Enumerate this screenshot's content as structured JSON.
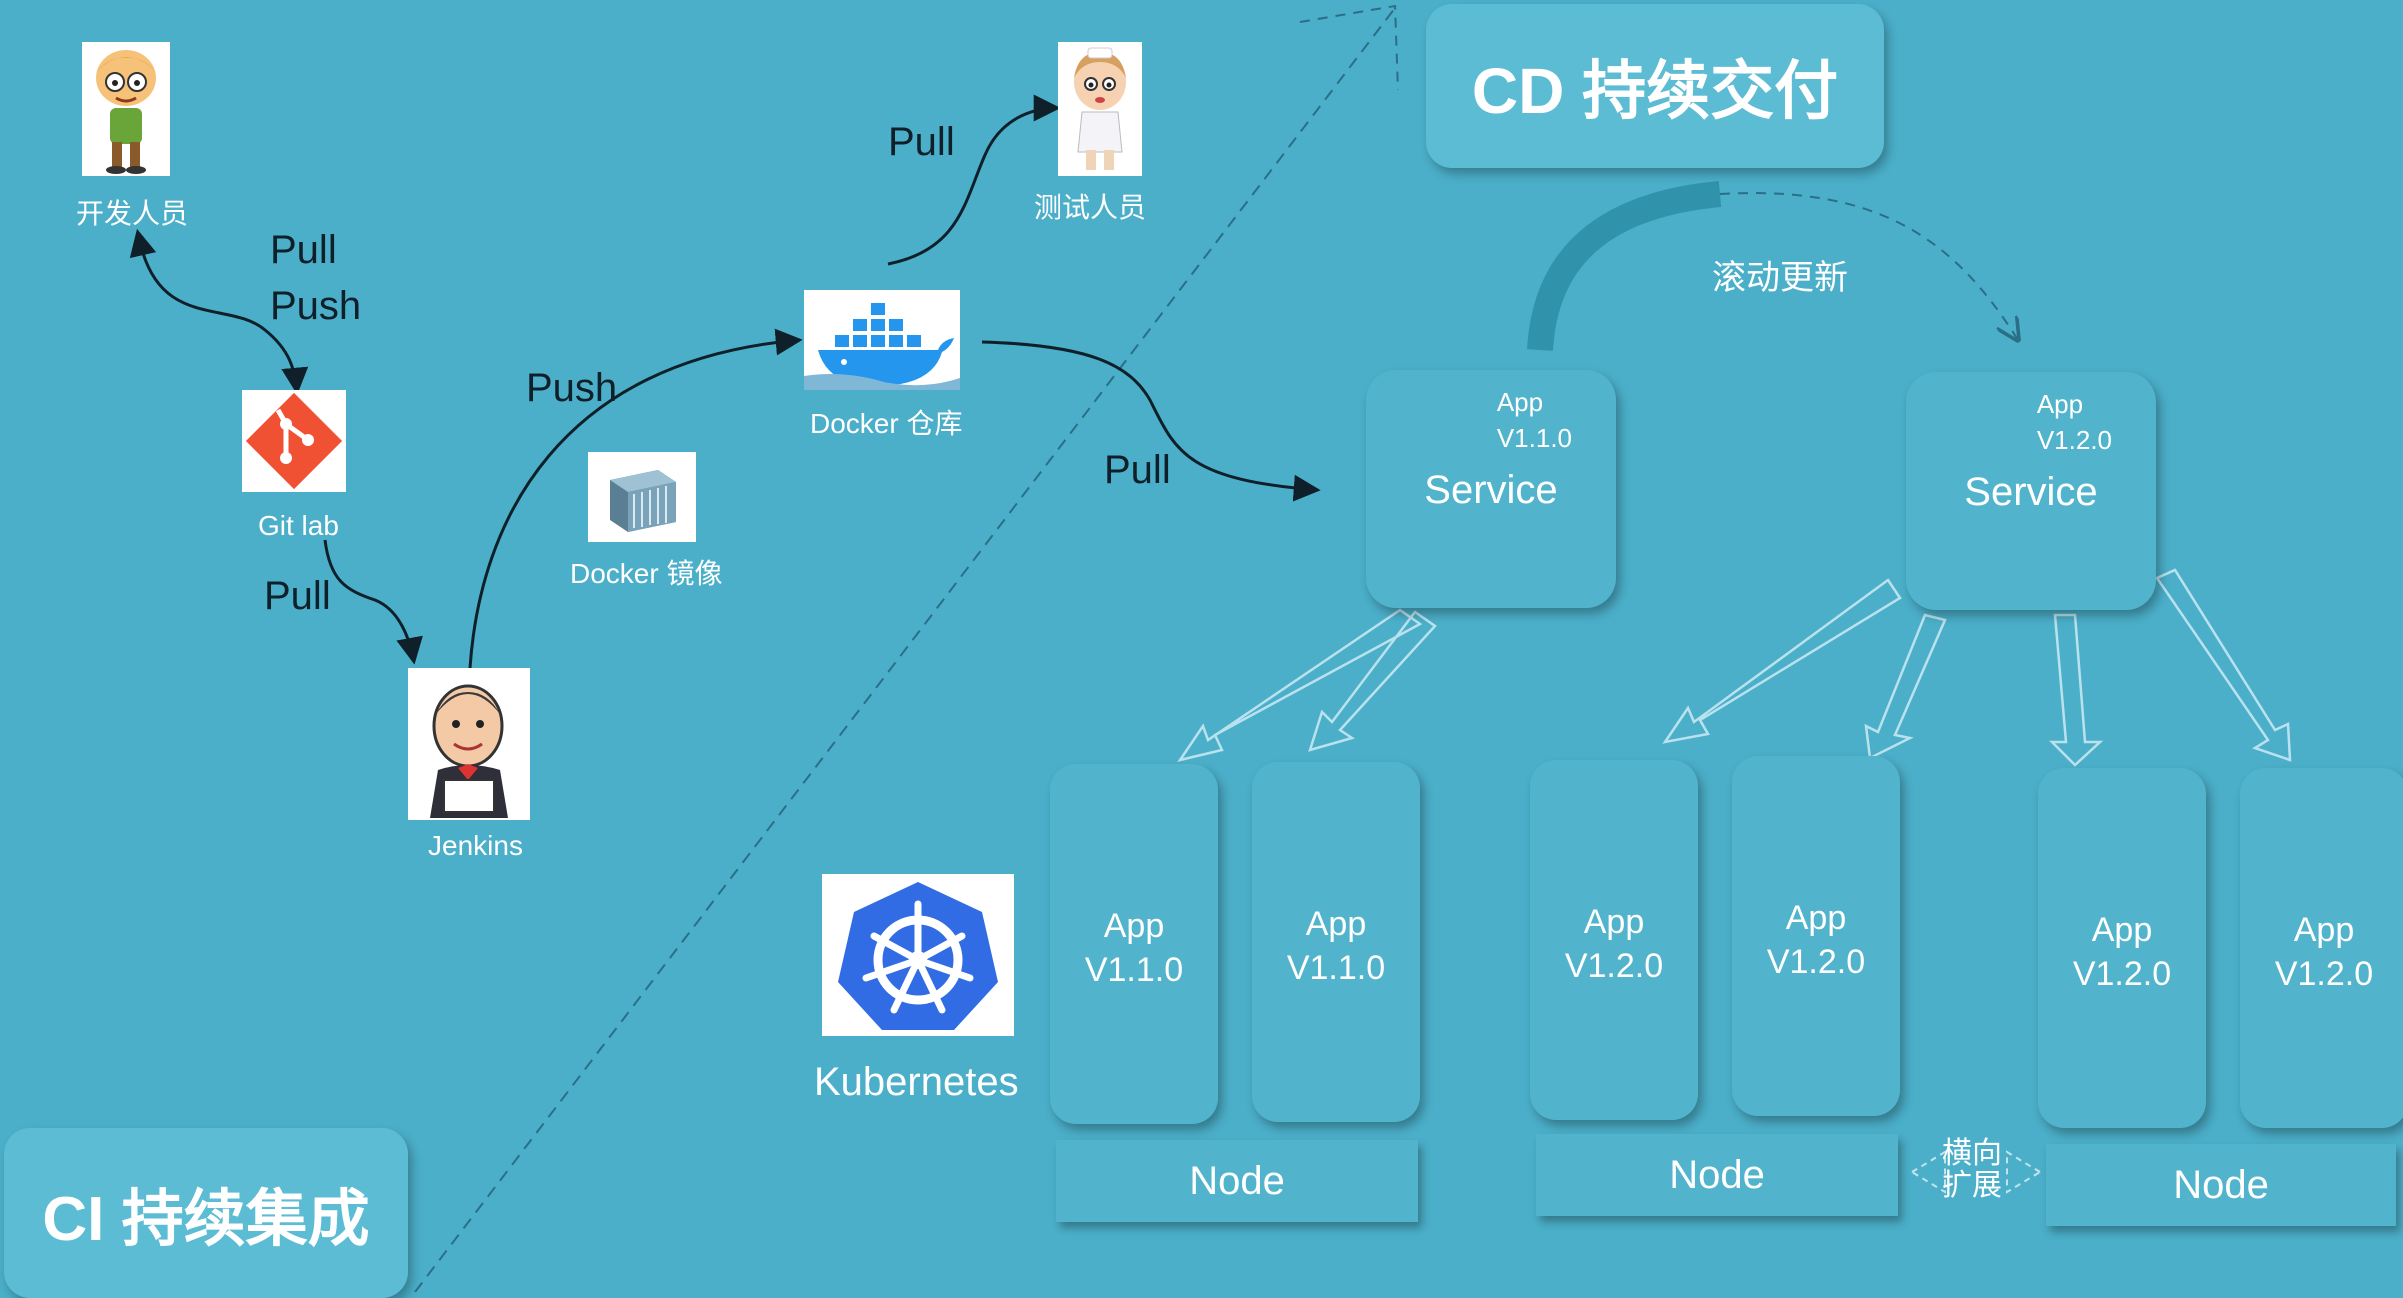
{
  "ci": {
    "title": "CI 持续集成"
  },
  "cd": {
    "title": "CD 持续交付"
  },
  "actors": {
    "developer": "开发人员",
    "tester": "测试人员",
    "gitlab": "Git lab",
    "jenkins": "Jenkins",
    "docker_registry": "Docker 仓库",
    "docker_image": "Docker 镜像",
    "kubernetes": "Kubernetes"
  },
  "flows": {
    "pull_dev": "Pull",
    "push_dev": "Push",
    "pull_gitlab": "Pull",
    "push_jenkins": "Push",
    "pull_tester": "Pull",
    "pull_service": "Pull"
  },
  "rolling_update": "滚动更新",
  "scale_out": {
    "line1": "横向",
    "line2": "扩展"
  },
  "services": [
    {
      "name": "Service",
      "app": "App",
      "version": "V1.1.0"
    },
    {
      "name": "Service",
      "app": "App",
      "version": "V1.2.0"
    }
  ],
  "pods": [
    {
      "app": "App",
      "version": "V1.1.0"
    },
    {
      "app": "App",
      "version": "V1.1.0"
    },
    {
      "app": "App",
      "version": "V1.2.0"
    },
    {
      "app": "App",
      "version": "V1.2.0"
    },
    {
      "app": "App",
      "version": "V1.2.0"
    },
    {
      "app": "App",
      "version": "V1.2.0"
    }
  ],
  "nodes": [
    "Node",
    "Node",
    "Node"
  ],
  "colors": {
    "background": "#4bafc9",
    "box": "#52b4cc",
    "git_orange": "#f05133",
    "docker_blue": "#2496ed",
    "k8s_blue": "#326ce5"
  }
}
